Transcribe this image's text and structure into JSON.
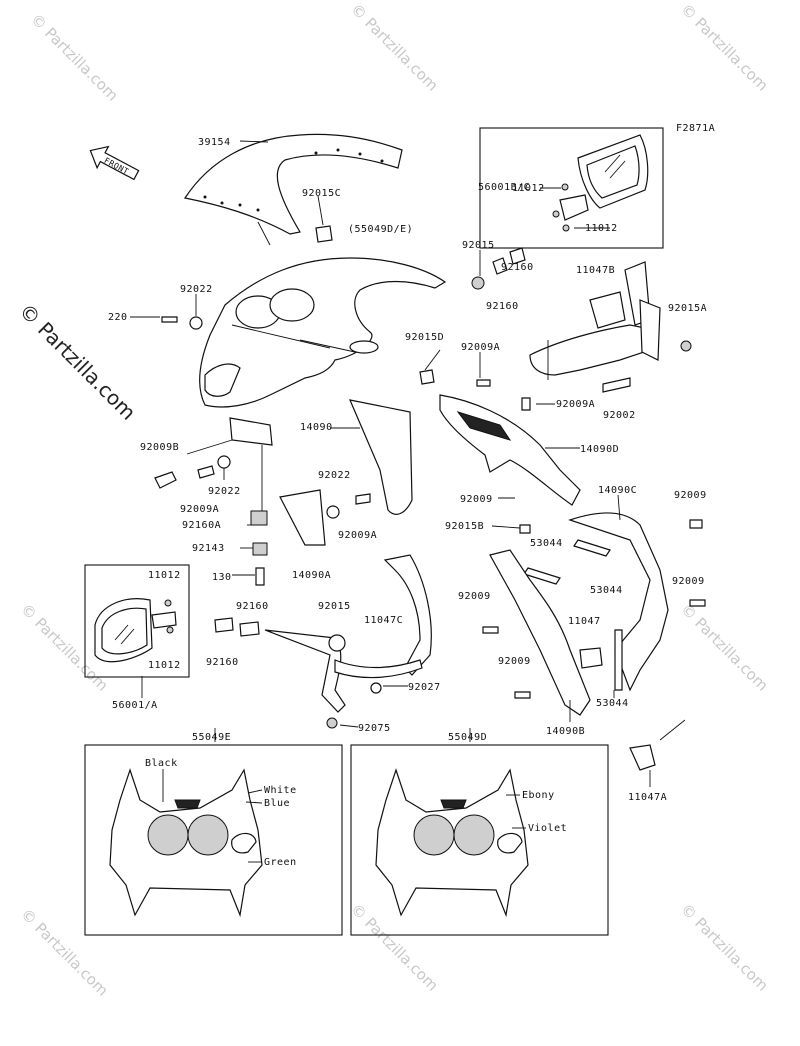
{
  "watermark": "© Partzilla.com",
  "diagram_code": "F2871A",
  "front_label": "FRONT",
  "parts": {
    "p39154": "39154",
    "p92015C": "92015C",
    "p55049DE": "(55049D/E)",
    "p56001BC": "56001B/C",
    "p11012a": "11012",
    "p11012b": "11012",
    "p92015a": "92015",
    "p92160a": "92160",
    "p92160b": "92160",
    "p11047B": "11047B",
    "p92015A": "92015A",
    "p92022a": "92022",
    "p220": "220",
    "p92015D": "92015D",
    "p92009Aa": "92009A",
    "p92009Ab": "92009A",
    "p92002": "92002",
    "p14090": "14090",
    "p14090D": "14090D",
    "p92009B": "92009B",
    "p92009Ac": "92009A",
    "p92022b": "92022",
    "p92022c": "92022",
    "p92009Ad": "92009A",
    "p92160A": "92160A",
    "p92009a": "92009",
    "p14090C": "14090C",
    "p92009b": "92009",
    "p92015B": "92015B",
    "p53044a": "53044",
    "p53044b": "53044",
    "p92143": "92143",
    "p14090A": "14090A",
    "p130": "130",
    "p11012c": "11012",
    "p11012d": "11012",
    "p92160c": "92160",
    "p92160d": "92160",
    "p92015b": "92015",
    "p11047C": "11047C",
    "p92009c": "92009",
    "p11047": "11047",
    "p92009d": "92009",
    "p92009e": "92009",
    "p92027": "92027",
    "p53044c": "53044",
    "p56001A": "56001/A",
    "p14090B": "14090B",
    "p92075": "92075",
    "p55049E": "55049E",
    "p55049D": "55049D",
    "p11047A": "11047A"
  },
  "color_labels": {
    "black": "Black",
    "white": "White",
    "blue": "Blue",
    "green": "Green",
    "ebony": "Ebony",
    "violet": "Violet"
  }
}
